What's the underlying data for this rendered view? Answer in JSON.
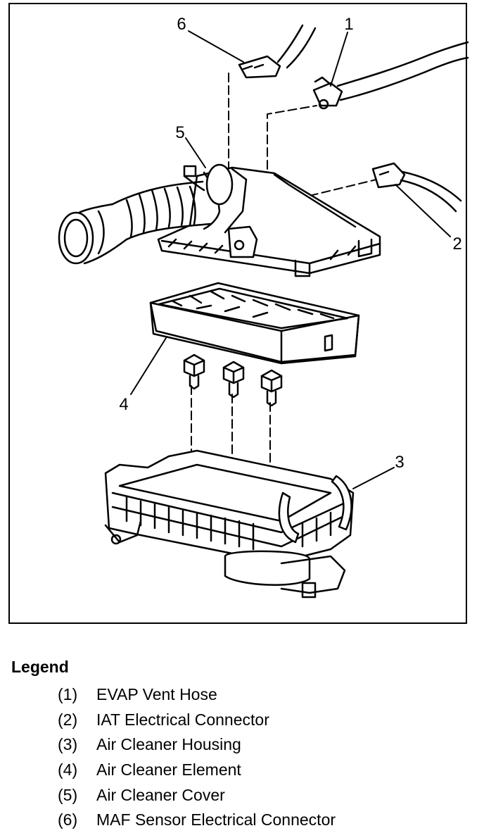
{
  "callouts": {
    "c1": "1",
    "c2": "2",
    "c3": "3",
    "c4": "4",
    "c5": "5",
    "c6": "6"
  },
  "legend": {
    "title": "Legend",
    "items": [
      {
        "num": "(1)",
        "text": "EVAP Vent Hose"
      },
      {
        "num": "(2)",
        "text": "IAT Electrical Connector"
      },
      {
        "num": "(3)",
        "text": "Air Cleaner Housing"
      },
      {
        "num": "(4)",
        "text": "Air Cleaner Element"
      },
      {
        "num": "(5)",
        "text": "Air Cleaner Cover"
      },
      {
        "num": "(6)",
        "text": "MAF Sensor Electrical Connector"
      }
    ]
  }
}
